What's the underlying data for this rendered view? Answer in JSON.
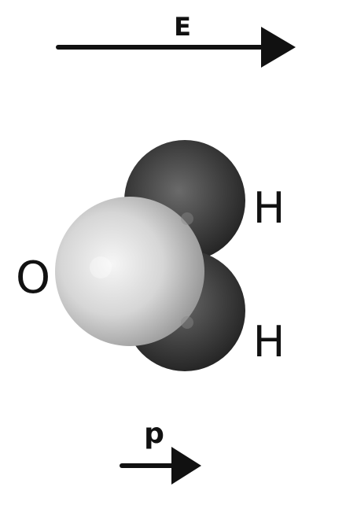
{
  "field": {
    "label": "E"
  },
  "molecule": {
    "oxygen_label": "O",
    "hydrogen_top_label": "H",
    "hydrogen_bottom_label": "H"
  },
  "dipole": {
    "label": "p"
  },
  "colors": {
    "arrow": "#111111",
    "oxygen": "#cfcfcf",
    "hydrogen": "#3a3a3a",
    "text": "#111111"
  }
}
